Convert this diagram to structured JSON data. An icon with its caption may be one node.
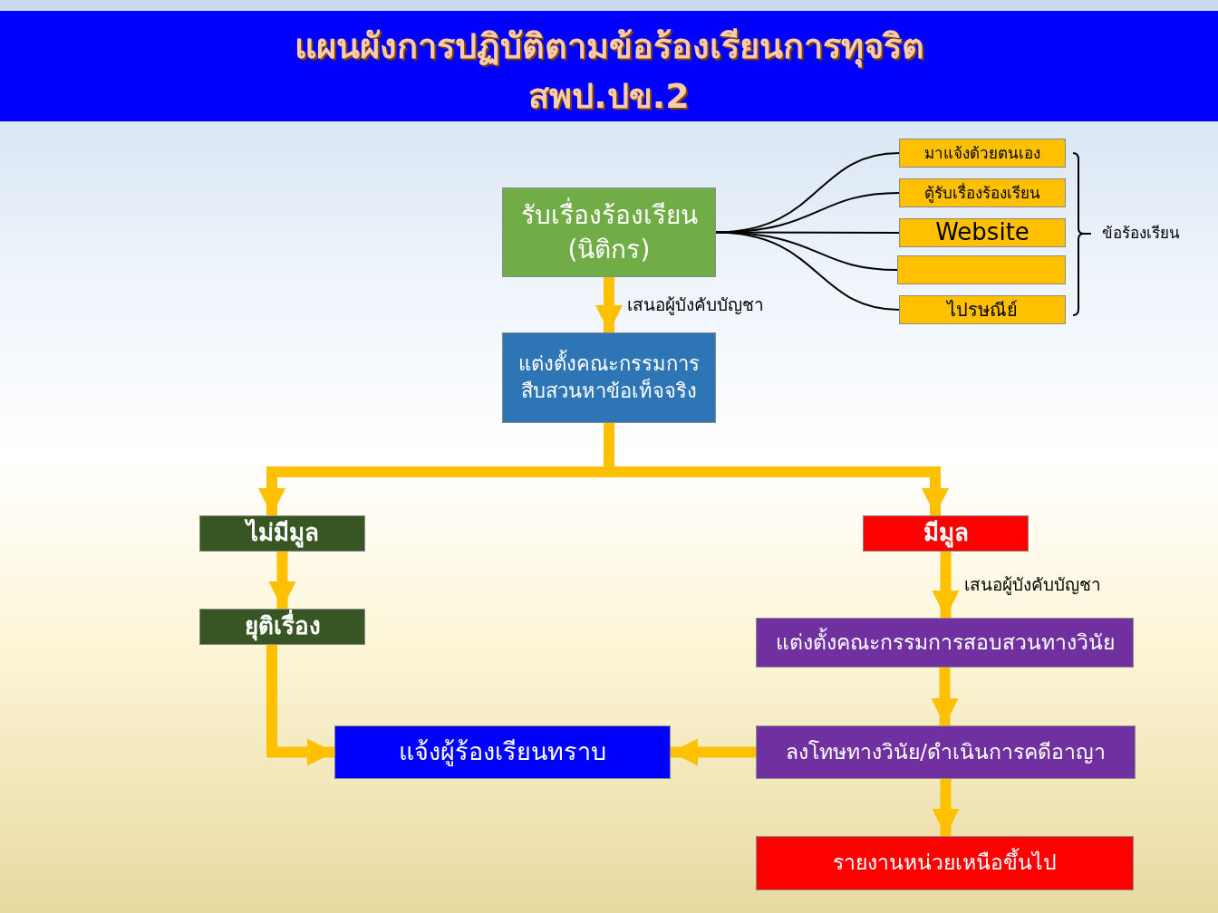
{
  "diagram": {
    "title": "แผนผังการปฏิบัติตามข้อร้องเรียนการทุจริต สพป.ปข.2",
    "nodes": [
      {
        "text": [
          "รับเรื่องร้องเรียน (นิติกร)"
        ]
      },
      {
        "text": [
          "แต่งตั้งคณะกรรมการสืบสวนหาข้อเท็จจริง"
        ]
      },
      {
        "text": [
          "ไม่มีมูล"
        ]
      },
      {
        "text": [
          "มีมูล"
        ]
      },
      {
        "text": [
          "ยุติเรื่อง"
        ]
      },
      {
        "text": [
          "แต่งตั้งคณะกรรมการสอบสวนทางวินัย"
        ]
      },
      {
        "text": [
          "แจ้งผู้ร้องเรียนทราบ"
        ]
      },
      {
        "text": [
          "ลงโทษทางวินัย/ดำเนินการคดีอาญา"
        ]
      },
      {
        "text": [
          "รายงานหน่วยเหนือขึ้นไป"
        ]
      },
      {
        "text": [
          "มาแจ้งด้วยตนเอง"
        ]
      },
      {
        "text": [
          "ตู้รับเรื่องร้องเรียน"
        ]
      },
      {
        "text": [
          "Website"
        ]
      },
      {
        "text": [],
        "shape": "box"
      },
      {
        "text": [
          "ไปรษณีย์"
        ]
      }
    ],
    "edges": [
      {
        "from": 0,
        "to": 1,
        "arrow": "to",
        "label": "เสนอผู้บังคับบัญชา"
      },
      {
        "from": 1,
        "to": 2,
        "arrow": "to"
      },
      {
        "from": 1,
        "to": 3,
        "arrow": "to"
      },
      {
        "from": 2,
        "to": 4,
        "arrow": "to"
      },
      {
        "from": 3,
        "to": 5,
        "arrow": "to",
        "label": "เสนอผู้บังคับบัญชา"
      },
      {
        "from": 4,
        "to": 6,
        "arrow": "to"
      },
      {
        "from": 5,
        "to": 7,
        "arrow": "to"
      },
      {
        "from": 7,
        "to": 6,
        "arrow": "to"
      },
      {
        "from": 7,
        "to": 8,
        "arrow": "to"
      },
      {
        "from": 9,
        "to": 0,
        "arrow": "none",
        "color": "#000000"
      },
      {
        "from": 10,
        "to": 0,
        "arrow": "none",
        "color": "#000000"
      },
      {
        "from": 11,
        "to": 0,
        "arrow": "none",
        "color": "#000000"
      },
      {
        "from": 12,
        "to": 0,
        "arrow": "none",
        "color": "#000000"
      },
      {
        "from": 13,
        "to": 0,
        "arrow": "none",
        "color": "#000000"
      }
    ],
    "labels": [
      "ข้อร้องเรียน"
    ]
  }
}
